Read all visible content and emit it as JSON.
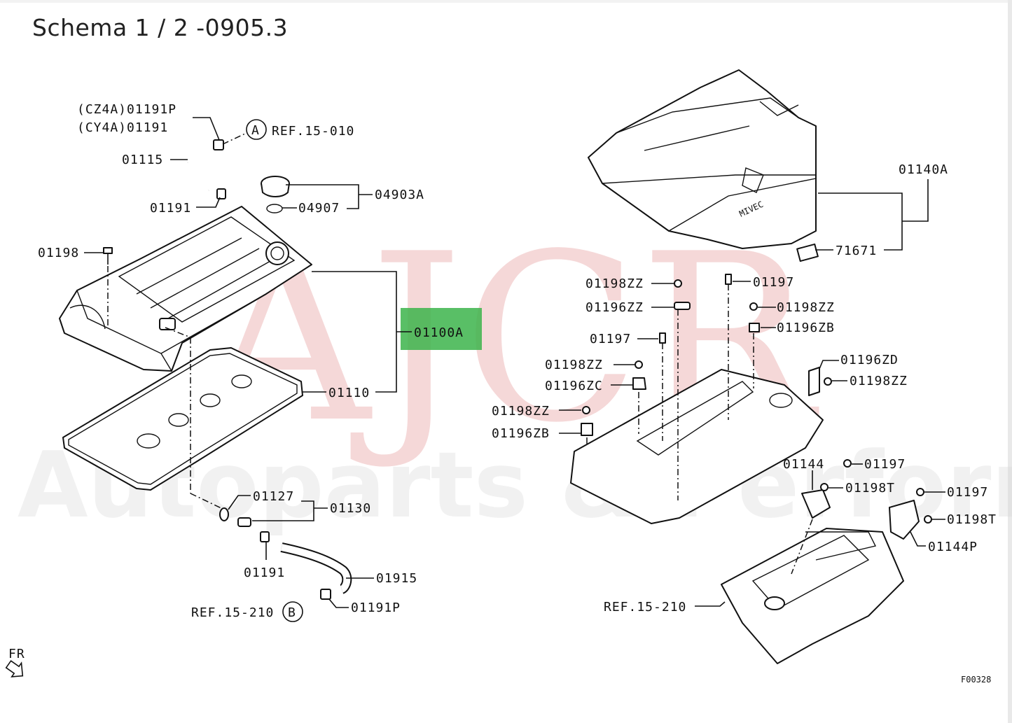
{
  "page": {
    "title": "Schema 1 / 2 -0905.3",
    "diagram_code": "F00328",
    "direction_marker": "FR"
  },
  "watermark": {
    "brand": "AJCR",
    "tagline": "Autoparts & Performance"
  },
  "highlight": {
    "color": "#3cb44b",
    "part": "01100A"
  },
  "callouts": {
    "ref_a_circle": "A",
    "ref_a": "REF.15-010",
    "ref_b_circle": "B",
    "ref_b": "REF.15-210",
    "ref_manifold": "REF.15-210"
  },
  "parts_left": {
    "p_cz4a": "(CZ4A)01191P",
    "p_cy4a": "(CY4A)01191",
    "p_01115": "01115",
    "p_01191_top": "01191",
    "p_04903a": "04903A",
    "p_04907": "04907",
    "p_01198": "01198",
    "p_01100a": "01100A",
    "p_01110": "01110",
    "p_01127": "01127",
    "p_01130": "01130",
    "p_01191_low": "01191",
    "p_01915": "01915",
    "p_01191p": "01191P"
  },
  "parts_right": {
    "p_01140a": "01140A",
    "p_71671": "71671",
    "p_01198zz_a": "01198ZZ",
    "p_01196zz": "01196ZZ",
    "p_01197_a": "01197",
    "p_01198zz_b": "01198ZZ",
    "p_01196zb_a": "01196ZB",
    "p_01197_b": "01197",
    "p_01198zz_c": "01198ZZ",
    "p_01196zc": "01196ZC",
    "p_01196zd": "01196ZD",
    "p_01198zz_d": "01198ZZ",
    "p_01198zz_e": "01198ZZ",
    "p_01196zb_b": "01196ZB",
    "p_01144": "01144",
    "p_01197_c": "01197",
    "p_01198t_a": "01198T",
    "p_01197_d": "01197",
    "p_01198t_b": "01198T",
    "p_01144p": "01144P"
  }
}
